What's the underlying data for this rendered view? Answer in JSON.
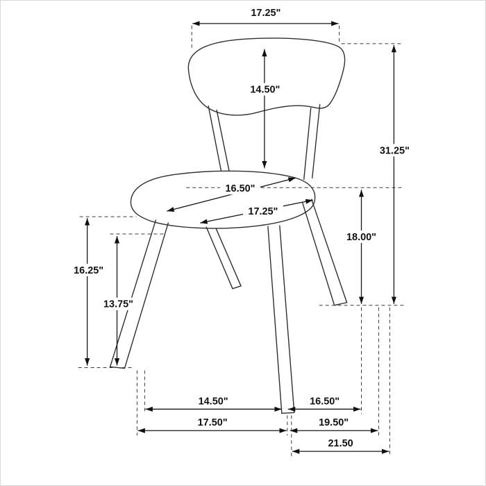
{
  "diagram": {
    "labels": {
      "back_width": "17.25\"",
      "back_height": "14.50\"",
      "overall_height": "31.25\"",
      "seat_width_inner": "16.50\"",
      "seat_width_outer": "17.25\"",
      "seat_height": "18.00\"",
      "front_leg_height_outer": "16.25\"",
      "front_leg_height_inner": "13.75\"",
      "front_width_inner": "14.50\"",
      "side_depth_inner": "16.50\"",
      "front_width_outer": "17.50\"",
      "side_depth_mid": "19.50\"",
      "side_depth_outer": "21.50"
    }
  }
}
